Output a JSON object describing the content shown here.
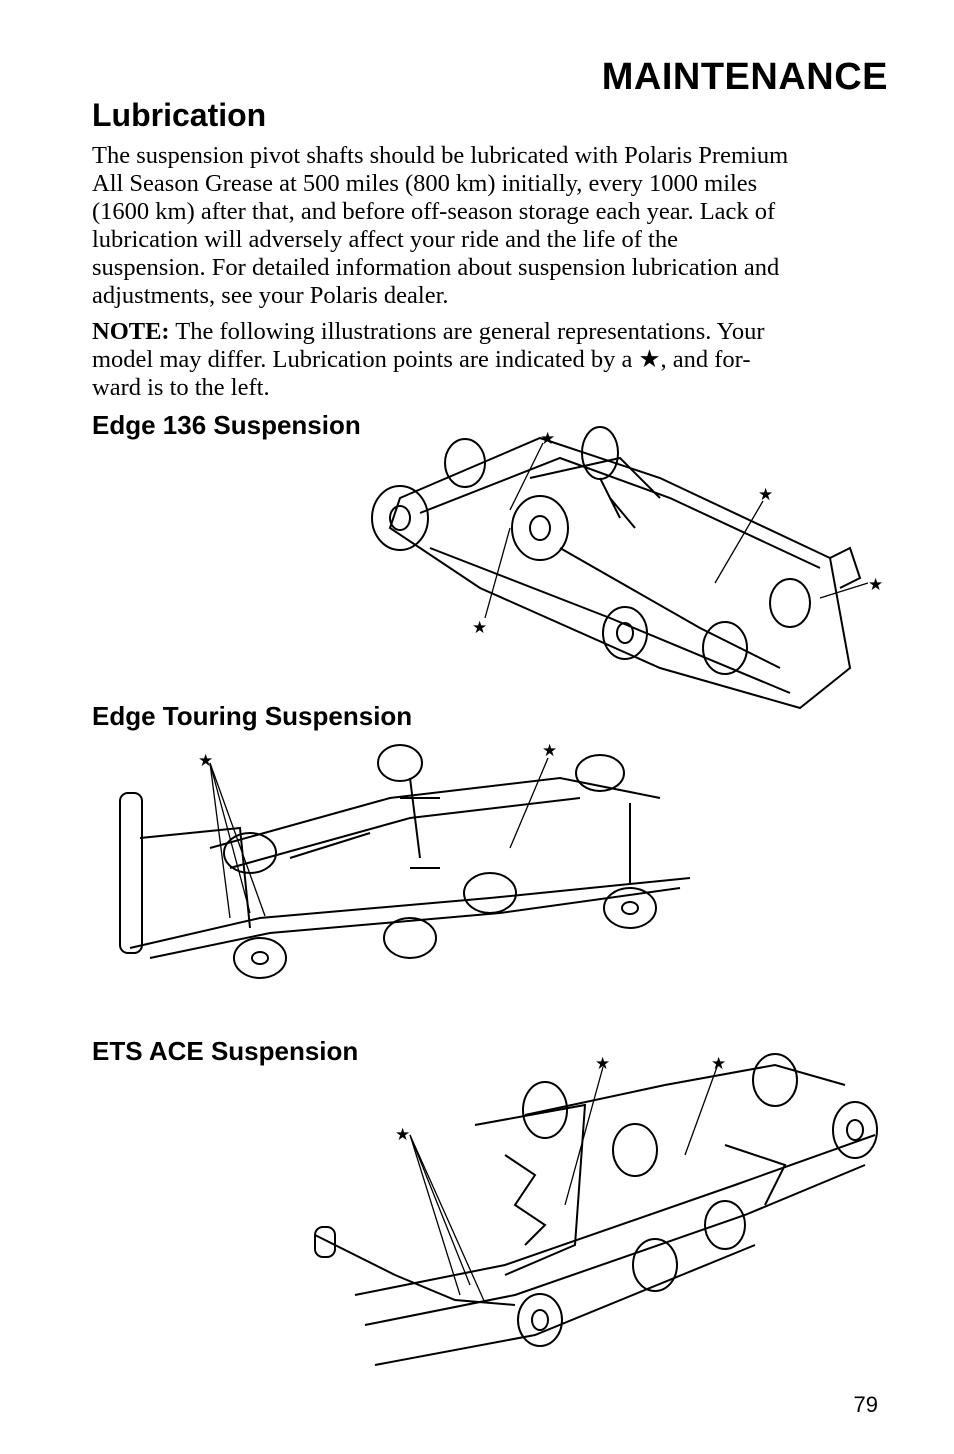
{
  "header": {
    "title": "MAINTENANCE"
  },
  "section": {
    "title": "Lubrication"
  },
  "paragraph1": {
    "lines": [
      "The suspension pivot shafts should be lubricated with Polaris Premium",
      "All Season Grease at 500 miles (800 km) initially, every 1000 miles",
      "(1600 km) after that, and before off-season storage each year.  Lack of",
      "lubrication will adversely affect your ride and the life of the",
      "suspension.  For detailed information about suspension lubrication and",
      "adjustments, see your Polaris dealer."
    ]
  },
  "note": {
    "label": "NOTE:",
    "line1": " The following illustrations are general representations.  Your",
    "line2": "model may differ.  Lubrication points are indicated by a ★, and for-",
    "line3": "ward is to the left."
  },
  "figures": [
    {
      "title": "Edge 136 Suspension",
      "marker_icon": "star-icon"
    },
    {
      "title": "Edge Touring Suspension",
      "marker_icon": "star-icon"
    },
    {
      "title": "ETS ACE Suspension",
      "marker_icon": "star-icon"
    }
  ],
  "footer": {
    "page_number": "79"
  }
}
